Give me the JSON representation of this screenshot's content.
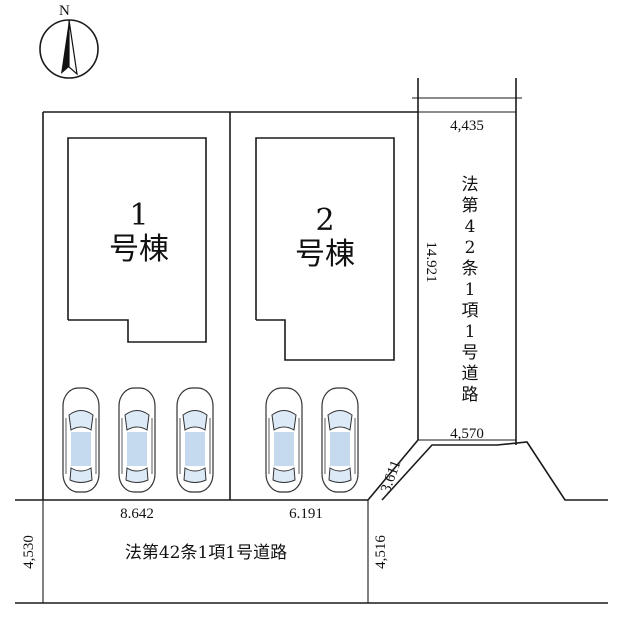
{
  "compass": {
    "label": "N"
  },
  "buildings": [
    {
      "number": "1",
      "name": "号棟"
    },
    {
      "number": "2",
      "name": "号棟"
    }
  ],
  "dimensions": {
    "top_road_width": "4,435",
    "lot_side_length": "14.921",
    "road_end_width": "4,570",
    "corner_cut": "3.611",
    "lot1_frontage": "8.642",
    "lot2_frontage": "6.191",
    "bottom_road_left": "4,530",
    "bottom_road_right": "4,516"
  },
  "roads": {
    "vertical_label": "法第42条1項1号道路",
    "horizontal_label": "法第42条1項1号道路"
  },
  "parking": {
    "lot1_cars": 3,
    "lot2_cars": 2
  }
}
